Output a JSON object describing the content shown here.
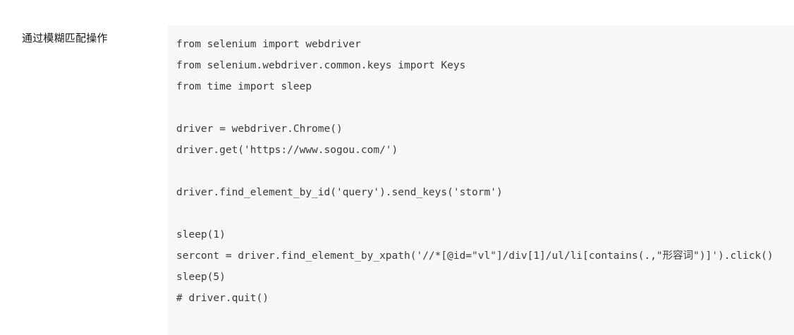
{
  "annotation": {
    "label": "通过模糊匹配操作"
  },
  "code_block": {
    "language": "python",
    "background_color": "#f7f7f7",
    "text_color": "#3a3a3a",
    "lines": [
      "from selenium import webdriver",
      "from selenium.webdriver.common.keys import Keys",
      "from time import sleep",
      "",
      "driver = webdriver.Chrome()",
      "driver.get('https://www.sogou.com/')",
      "",
      "driver.find_element_by_id('query').send_keys('storm')",
      "",
      "sleep(1)",
      "sercont = driver.find_element_by_xpath('//*[@id=\"vl\"]/div[1]/ul/li[contains(.,\"形容词\")]').click()",
      "sleep(5)",
      "# driver.quit()"
    ]
  }
}
